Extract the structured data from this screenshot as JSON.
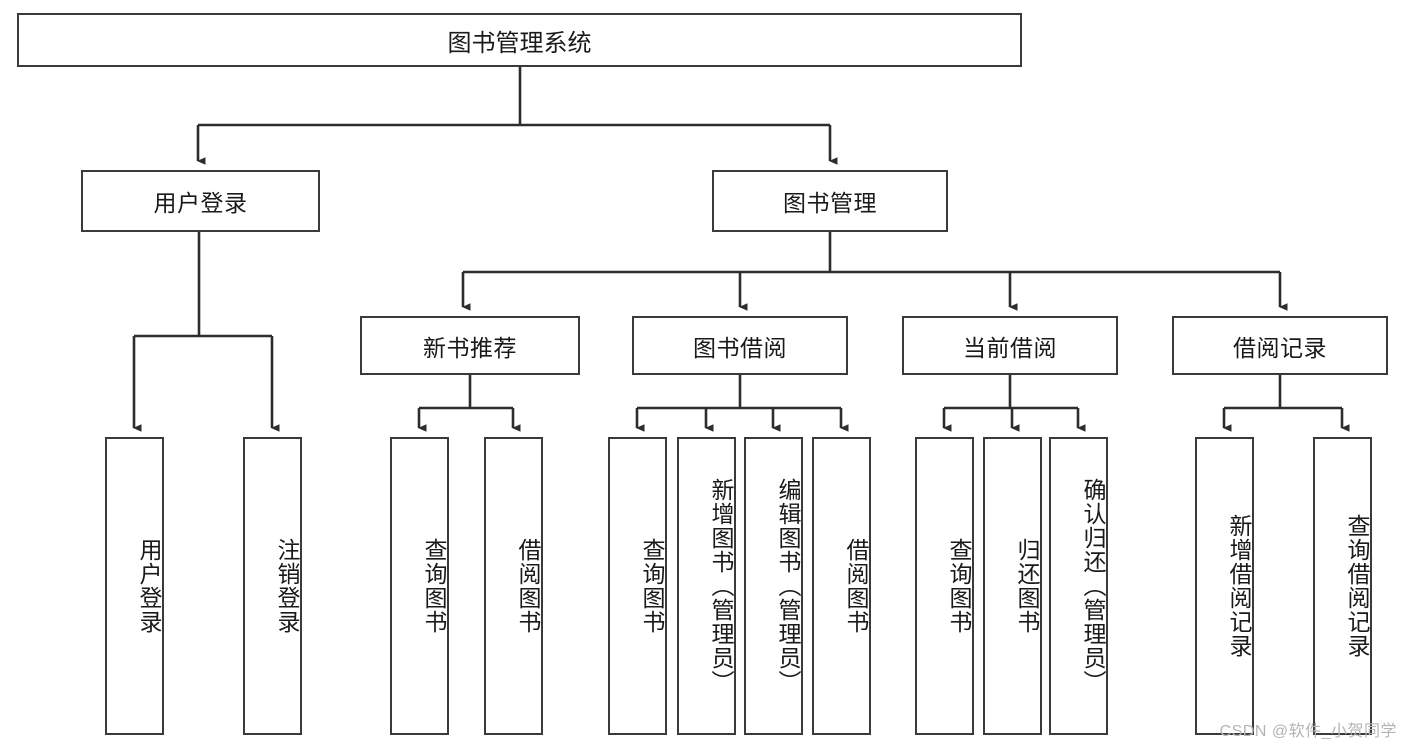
{
  "diagram": {
    "title": "图书管理系统",
    "type": "tree-hierarchy",
    "root": {
      "id": "root",
      "label": "图书管理系统"
    },
    "level2": [
      {
        "id": "user-login",
        "label": "用户登录"
      },
      {
        "id": "book-manage",
        "label": "图书管理"
      }
    ],
    "level3": [
      {
        "id": "new-book-recommend",
        "label": "新书推荐",
        "parent": "book-manage"
      },
      {
        "id": "book-borrow",
        "label": "图书借阅",
        "parent": "book-manage"
      },
      {
        "id": "current-borrow",
        "label": "当前借阅",
        "parent": "book-manage"
      },
      {
        "id": "borrow-record",
        "label": "借阅记录",
        "parent": "book-manage"
      }
    ],
    "leaves": [
      {
        "id": "leaf-user-login",
        "label": "用户登录",
        "parent": "user-login"
      },
      {
        "id": "leaf-logout-login",
        "label": "注销登录",
        "parent": "user-login"
      },
      {
        "id": "leaf-query-book-1",
        "label": "查询图书",
        "parent": "new-book-recommend"
      },
      {
        "id": "leaf-borrow-book-1",
        "label": "借阅图书",
        "parent": "new-book-recommend"
      },
      {
        "id": "leaf-query-book-2",
        "label": "查询图书",
        "parent": "book-borrow"
      },
      {
        "id": "leaf-add-book",
        "label": "新增图书（管理员）",
        "parent": "book-borrow"
      },
      {
        "id": "leaf-edit-book",
        "label": "编辑图书（管理员）",
        "parent": "book-borrow"
      },
      {
        "id": "leaf-borrow-book-2",
        "label": "借阅图书",
        "parent": "book-borrow"
      },
      {
        "id": "leaf-query-book-3",
        "label": "查询图书",
        "parent": "current-borrow"
      },
      {
        "id": "leaf-return-book",
        "label": "归还图书",
        "parent": "current-borrow"
      },
      {
        "id": "leaf-confirm-return",
        "label": "确认归还（管理员）",
        "parent": "current-borrow"
      },
      {
        "id": "leaf-add-record",
        "label": "新增借阅记录",
        "parent": "borrow-record"
      },
      {
        "id": "leaf-query-record",
        "label": "查询借阅记录",
        "parent": "borrow-record"
      }
    ]
  },
  "watermark": {
    "text": "CSDN @软件_小贺同学"
  },
  "colors": {
    "border": "#3a3a3a",
    "text": "#1a1a1a",
    "background": "#ffffff",
    "watermark": "#b4b4b4"
  }
}
